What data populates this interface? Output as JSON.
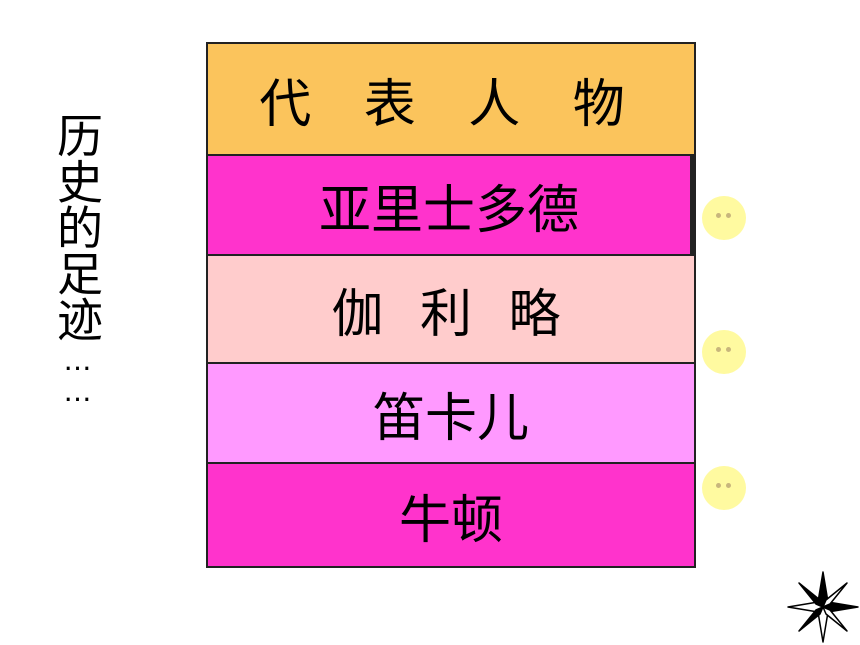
{
  "side_title": {
    "text": "历史的足迹",
    "ellipsis": "……"
  },
  "table": {
    "header": "代 表 人 物",
    "rows": [
      {
        "name": "亚里士多德",
        "color": "#ff33cc"
      },
      {
        "name": "伽 利 略",
        "color": "#ffcccc"
      },
      {
        "name": "笛卡儿",
        "color": "#ff99ff"
      },
      {
        "name": "牛顿",
        "color": "#ff33cc"
      }
    ],
    "header_color": "#fbc45c"
  },
  "decorations": {
    "smiley_icon": "smiley-face-icon",
    "compass_icon": "compass-rose-icon"
  }
}
